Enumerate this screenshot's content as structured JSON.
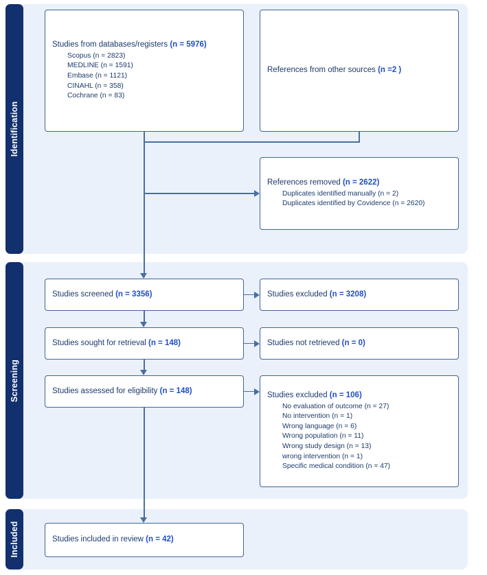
{
  "diagram": {
    "type": "prisma-flow-diagram",
    "colors": {
      "panel_background": "#eaf1fb",
      "band_background": "#12306e",
      "band_text": "#ffffff",
      "box_border": "#3f6498",
      "box_background": "#ffffff",
      "text": "#1b3a6b",
      "count_accent": "#1f4fc4",
      "connector": "#4a6f9e",
      "page_background": "#ffffff"
    },
    "stages": [
      {
        "id": "identification",
        "label": "Identification"
      },
      {
        "id": "screening",
        "label": "Screening"
      },
      {
        "id": "included",
        "label": "Included"
      }
    ],
    "boxes": {
      "databases": {
        "title_text": "Studies from databases/registers ",
        "title_count": "(n = 5976)",
        "items": [
          "Scopus (n = 2823)",
          "MEDLINE (n = 1591)",
          "Embase (n = 1121)",
          "CINAHL (n = 358)",
          "Cochrane (n = 83)"
        ]
      },
      "other_sources": {
        "title_text": "References from other sources ",
        "title_count": "(n =2 )",
        "items": []
      },
      "removed": {
        "title_text": "References removed ",
        "title_count": "(n = 2622)",
        "items": [
          "Duplicates identified manually (n = 2)",
          "Duplicates identified by Covidence (n = 2620)"
        ]
      },
      "screened": {
        "title_text": "Studies screened ",
        "title_count": "(n = 3356)",
        "items": []
      },
      "excluded_screening": {
        "title_text": "Studies excluded ",
        "title_count": "(n = 3208)",
        "items": []
      },
      "sought": {
        "title_text": "Studies sought for retrieval ",
        "title_count": "(n = 148)",
        "items": []
      },
      "not_retrieved": {
        "title_text": "Studies not retrieved ",
        "title_count": "(n = 0)",
        "items": []
      },
      "eligibility": {
        "title_text": "Studies assessed for eligibility ",
        "title_count": "(n = 148)",
        "items": []
      },
      "excluded_eligibility": {
        "title_text": "Studies excluded ",
        "title_count": "(n = 106)",
        "items": [
          "No evaluation of outcome (n = 27)",
          "No intervention (n = 1)",
          "Wrong language (n = 6)",
          "Wrong population (n = 11)",
          "Wrong study design (n = 13)",
          "wrong intervention (n = 1)",
          "Specific medical condition (n = 47)"
        ]
      },
      "included": {
        "title_text": "Studies included in review ",
        "title_count": "(n = 42)",
        "items": []
      }
    }
  }
}
